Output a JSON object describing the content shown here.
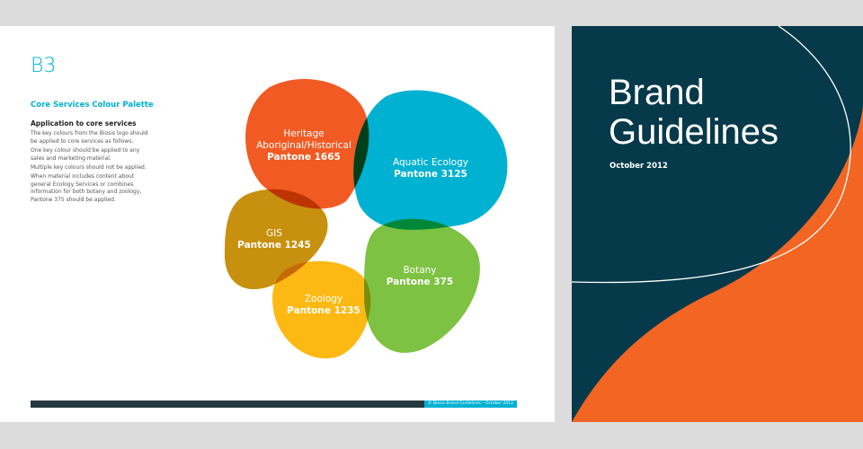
{
  "left_page": {
    "section_code": "B3",
    "section_title": "Core Services Colour Palette",
    "subheading": "Application to core services",
    "paragraphs": [
      "The key colours from the Biosis logo should be applied to core services as follows.",
      "One key colour should be applied to any sales and marketing material.",
      "Multiple key colours should not be applied.",
      "When material includes content about general Ecology Services or combines information for both botany and zoology, Pantone 375 should be applied."
    ],
    "palette": [
      {
        "name": "Heritage",
        "sub": "Aboriginal/Historical",
        "pantone": "Pantone 1665",
        "color": "#f15a22"
      },
      {
        "name": "Aquatic Ecology",
        "pantone": "Pantone 3125",
        "color": "#00b1d2"
      },
      {
        "name": "GIS",
        "pantone": "Pantone 1245",
        "color": "#c8900f"
      },
      {
        "name": "Botany",
        "pantone": "Pantone 375",
        "color": "#7dc242"
      },
      {
        "name": "Zoology",
        "pantone": "Pantone 1235",
        "color": "#fdb913"
      }
    ],
    "footer": "© Biosis Brand Guidelines – October 2012"
  },
  "right_page": {
    "title_line1": "Brand",
    "title_line2": "Guidelines",
    "date": "October 2012",
    "colors": {
      "background": "#063a4b",
      "accent": "#f26522"
    }
  }
}
